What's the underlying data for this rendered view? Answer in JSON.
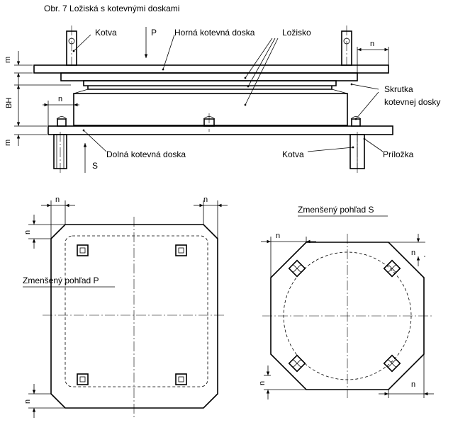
{
  "title": "Obr. 7  Ložiská s kotevnými doskami",
  "labels": {
    "kotva": "Kotva",
    "horna_kotevna_doska": "Horná kotevná doska",
    "lozisko": "Ložisko",
    "skrutka_line1": "Skrutka",
    "skrutka_line2": "kotevnej dosky",
    "dolna_kotevna_doska": "Dolná kotevná doska",
    "prilozka": "Príložka",
    "load_p": "P",
    "load_s": "S",
    "dim_m": "m",
    "dim_n": "n",
    "dim_bh": "BH"
  },
  "views": {
    "pohlad_p": "Zmenšený pohľad P",
    "pohlad_s": "Zmenšený pohľad S"
  }
}
